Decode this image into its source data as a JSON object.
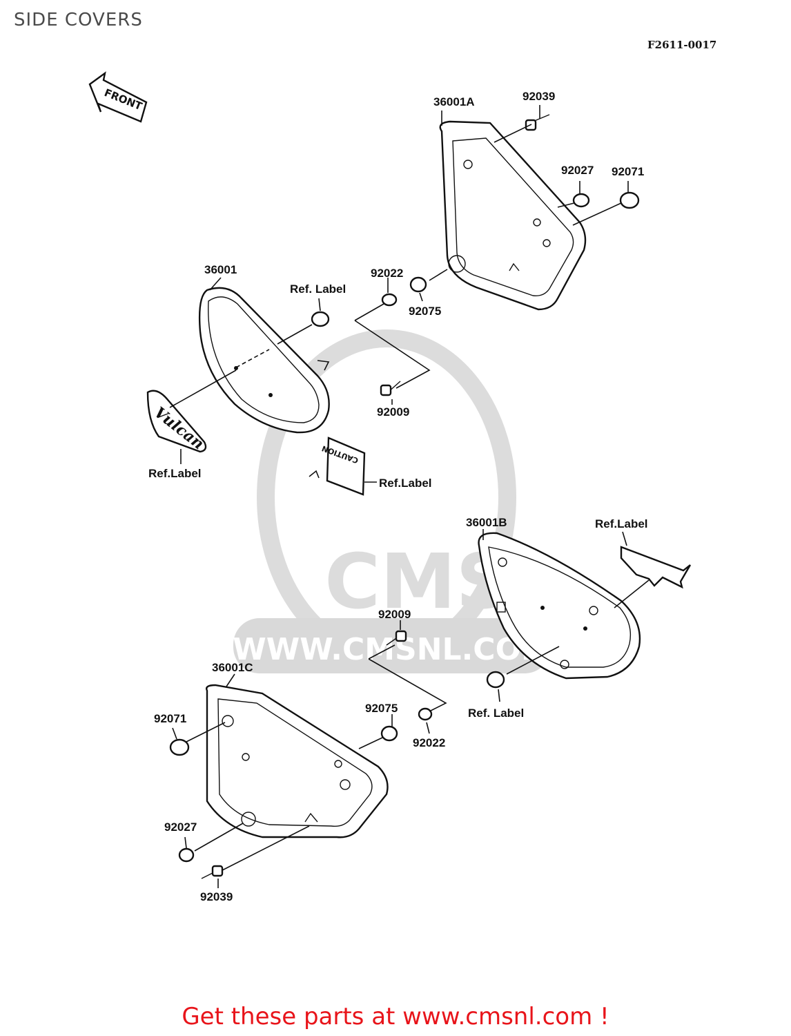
{
  "title": "SIDE COVERS",
  "diagram_code": "F2611-0017",
  "front_arrow": "FRONT",
  "watermark": "WWW.CMSNL.COM",
  "watermark_logo": "CMS",
  "caution_label": "CAUTION",
  "emblem_text": "Vulcan",
  "footer": "Get these parts at www.cmsnl.com !",
  "callouts": {
    "c_36001A": "36001A",
    "c_92039_top": "92039",
    "c_92027_top": "92027",
    "c_92071_top": "92071",
    "c_36001": "36001",
    "c_reflabel_top": "Ref. Label",
    "c_92022_top": "92022",
    "c_92075_top": "92075",
    "c_92009_top": "92009",
    "c_reflabel_left": "Ref.Label",
    "c_reflabel_caution": "Ref.Label",
    "c_36001B": "36001B",
    "c_reflabel_right": "Ref.Label",
    "c_92009_mid": "92009",
    "c_36001C": "36001C",
    "c_92071_bot": "92071",
    "c_92075_bot": "92075",
    "c_92022_bot": "92022",
    "c_reflabel_bot": "Ref.  Label",
    "c_92027_bot": "92027",
    "c_92039_bot": "92039"
  }
}
